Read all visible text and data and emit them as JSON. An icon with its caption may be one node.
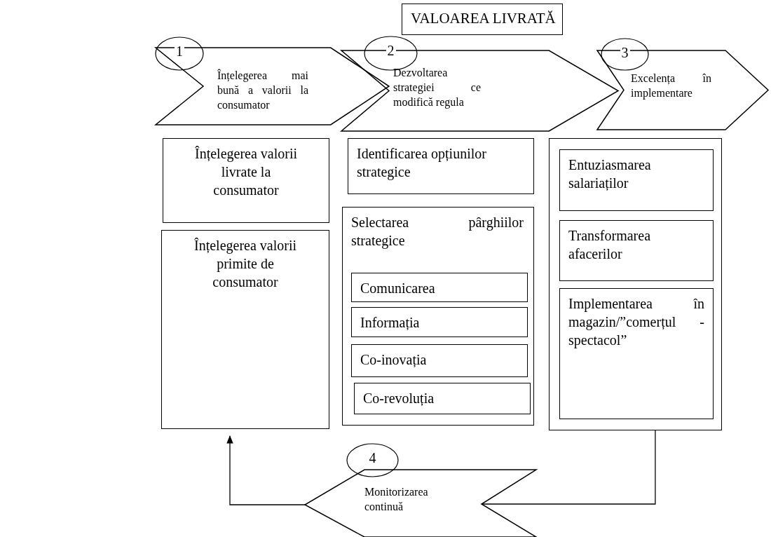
{
  "diagram": {
    "title": "VALOAREA LIVRATĂ",
    "nodes": [
      {
        "text": [
          "Înțelegerea mai bună a valorii la consumator"
        ]
      },
      {
        "text": [
          "1"
        ]
      },
      {
        "text": [
          "Dezvoltarea strategiei ce modifică regula"
        ]
      },
      {
        "text": [
          "2"
        ]
      },
      {
        "text": [
          "Excelența în implementare"
        ]
      },
      {
        "text": [
          "3"
        ]
      },
      {
        "text": [
          "Înțelegerea valorii livrate la consumator"
        ]
      },
      {
        "text": [
          "Înțelegerea valorii primite de consumator"
        ]
      },
      {
        "text": [
          "Identificarea opțiunilor strategice"
        ]
      },
      {
        "text": [
          "Selectarea pârghiilor strategice"
        ]
      },
      {
        "text": [
          "Comunicarea"
        ],
        "in": 9
      },
      {
        "text": [
          "Informația"
        ],
        "in": 9
      },
      {
        "text": [
          "Co-inovația"
        ],
        "in": 9
      },
      {
        "text": [
          "Co-revoluția"
        ],
        "in": 9
      },
      {
        "text": [],
        "shape": "box"
      },
      {
        "text": [
          "Entuziasmarea salariaților"
        ],
        "in": 14
      },
      {
        "text": [
          "Transformarea afacerilor"
        ],
        "in": 14
      },
      {
        "text": [
          "Implementarea în magazin/”comerțul -spectacol”"
        ],
        "in": 14
      },
      {
        "text": [
          "Monitorizarea continuă"
        ]
      },
      {
        "text": [
          "4"
        ]
      }
    ],
    "edges": [
      {
        "from": 14,
        "to": 18,
        "arrow": "none"
      },
      {
        "from": 18,
        "to": 7,
        "arrow": "to"
      }
    ]
  }
}
